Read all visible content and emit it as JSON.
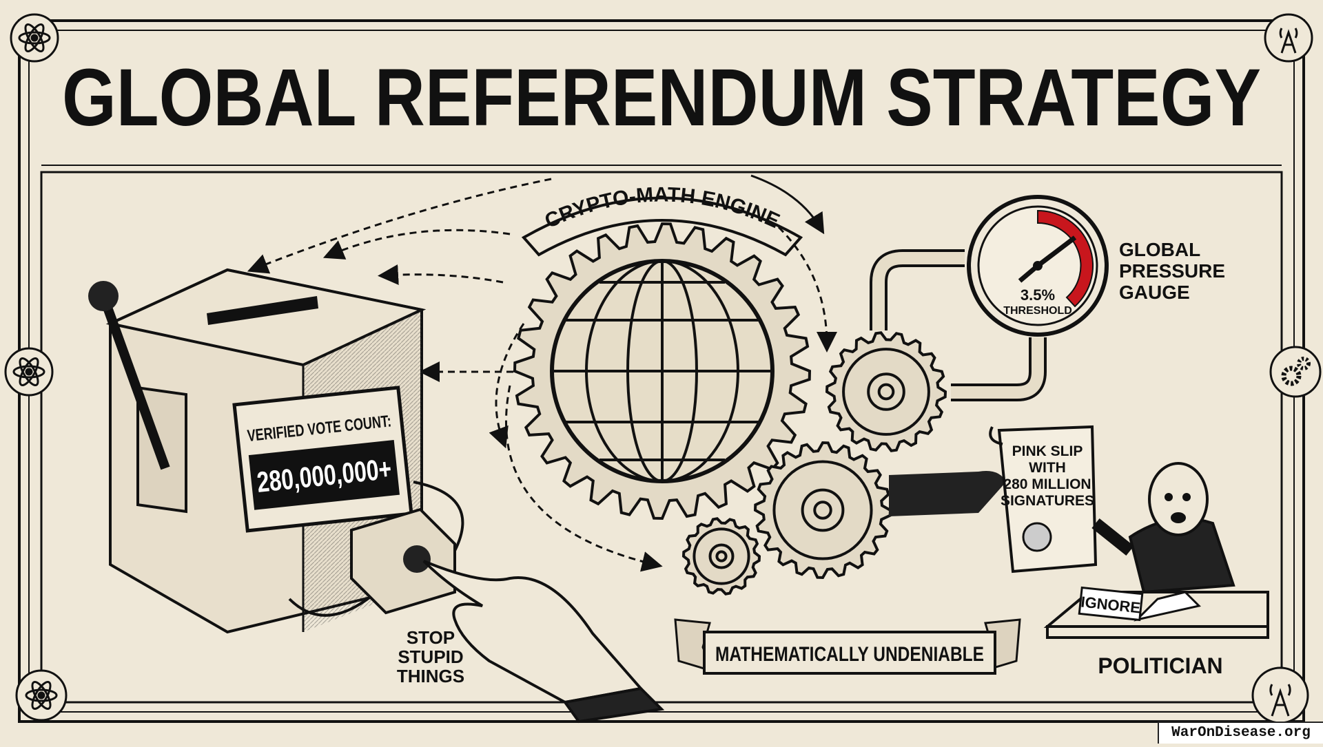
{
  "title": "GLOBAL REFERENDUM STRATEGY",
  "engine_banner": "CRYPTO-MATH ENGINE",
  "ballot_box": {
    "label": "VERIFIED VOTE COUNT:",
    "count": "280,000,000+"
  },
  "button_caption": [
    "STOP",
    "STUPID",
    "THINGS"
  ],
  "gauge": {
    "value_label": "3.5%",
    "sub_label": "THRESHOLD",
    "caption": [
      "GLOBAL",
      "PRESSURE",
      "GAUGE"
    ],
    "danger_color": "#c8161d"
  },
  "scroll": [
    "PINK SLIP",
    "WITH",
    "280 MILLION",
    "SIGNATURES"
  ],
  "bottom_banner": "MATHEMATICALLY UNDENIABLE",
  "desk_sign": "IGNORE",
  "politician_label": "POLITICIAN",
  "watermark": "WarOnDisease.org",
  "colors": {
    "paper": "#efe8d8",
    "ink": "#111111",
    "accent": "#c8161d"
  }
}
